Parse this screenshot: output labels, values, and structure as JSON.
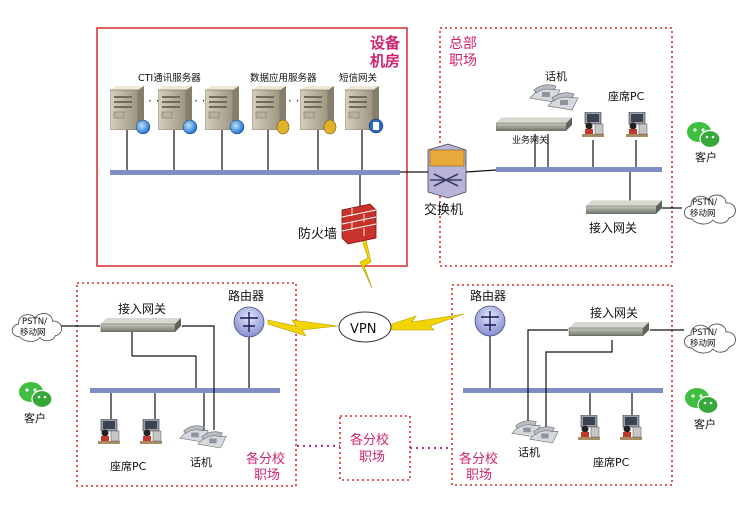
{
  "zones": {
    "equipment_room": "设备\n机房",
    "hq_floor": "总部\n职场",
    "branch_left": "各分校\n职场",
    "branch_middle": "各分校\n职场",
    "branch_right": "各分校\n职场"
  },
  "servers": {
    "cti": "CTI通讯服务器",
    "data_app": "数据应用服务器",
    "sms_gateway": "短信网关"
  },
  "network": {
    "firewall": "防火墙",
    "switch": "交换机",
    "vpn": "VPN",
    "router_left": "路由器",
    "router_right": "路由器",
    "service_gateway": "业务网关"
  },
  "hq": {
    "phone": "话机",
    "agent_pc": "座席PC",
    "access_gateway": "接入网关",
    "pstn": "PSTN/\n移动网",
    "customer": "客户"
  },
  "branch_left": {
    "access_gateway": "接入网关",
    "pstn": "PSTN/\n移动网",
    "customer": "客户",
    "agent_pc": "座席PC",
    "phone": "话机"
  },
  "branch_right": {
    "access_gateway": "接入网关",
    "pstn": "PSTN/\n移动网",
    "customer": "客户",
    "agent_pc": "座席PC",
    "phone": "话机"
  },
  "colors": {
    "bus": "#7f8fc6",
    "solid_border": "#d83a3a",
    "dotted_border": "#d22b2b",
    "zone_text": "#d0246e",
    "vpn_bolt": "#f4d400"
  }
}
